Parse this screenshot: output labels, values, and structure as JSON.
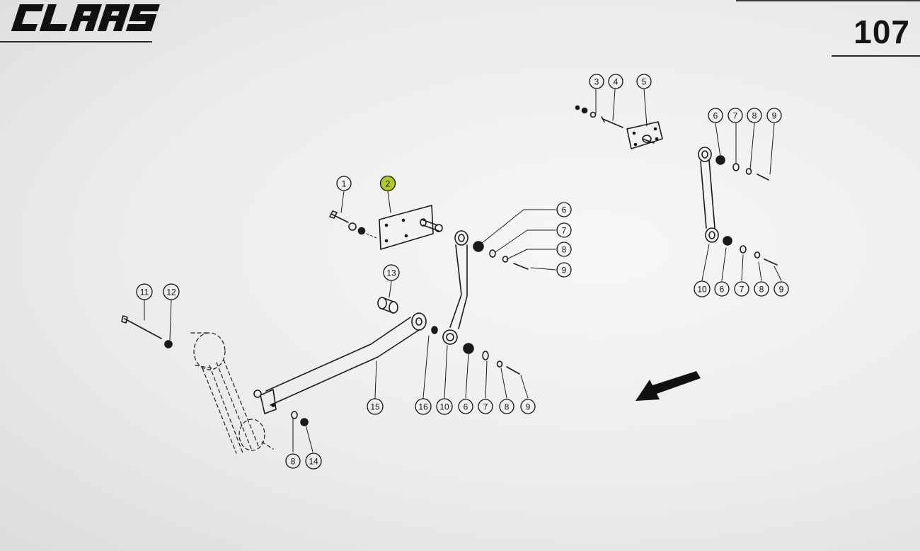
{
  "header": {
    "brand": "CLAAS",
    "page_number": "107"
  },
  "callouts": [
    {
      "id": "c1",
      "label": "1"
    },
    {
      "id": "c2",
      "label": "2",
      "highlighted": true
    },
    {
      "id": "c3",
      "label": "3"
    },
    {
      "id": "c4",
      "label": "4"
    },
    {
      "id": "c5",
      "label": "5"
    },
    {
      "id": "c6a",
      "label": "6"
    },
    {
      "id": "c7a",
      "label": "7"
    },
    {
      "id": "c8a",
      "label": "8"
    },
    {
      "id": "c9a",
      "label": "9"
    },
    {
      "id": "c6b",
      "label": "6"
    },
    {
      "id": "c7b",
      "label": "7"
    },
    {
      "id": "c8b",
      "label": "8"
    },
    {
      "id": "c9b",
      "label": "9"
    },
    {
      "id": "c10b",
      "label": "10"
    },
    {
      "id": "c6c",
      "label": "6"
    },
    {
      "id": "c7c",
      "label": "7"
    },
    {
      "id": "c8c",
      "label": "8"
    },
    {
      "id": "c9c",
      "label": "9"
    },
    {
      "id": "c11",
      "label": "11"
    },
    {
      "id": "c12",
      "label": "12"
    },
    {
      "id": "c13",
      "label": "13"
    },
    {
      "id": "c15",
      "label": "15"
    },
    {
      "id": "c16",
      "label": "16"
    },
    {
      "id": "c10d",
      "label": "10"
    },
    {
      "id": "c6d",
      "label": "6"
    },
    {
      "id": "c7d",
      "label": "7"
    },
    {
      "id": "c8d",
      "label": "8"
    },
    {
      "id": "c9d",
      "label": "9"
    },
    {
      "id": "c8e",
      "label": "8"
    },
    {
      "id": "c14",
      "label": "14"
    }
  ],
  "colors": {
    "highlight": "#b5c81e",
    "ink": "#1a1a1a"
  }
}
